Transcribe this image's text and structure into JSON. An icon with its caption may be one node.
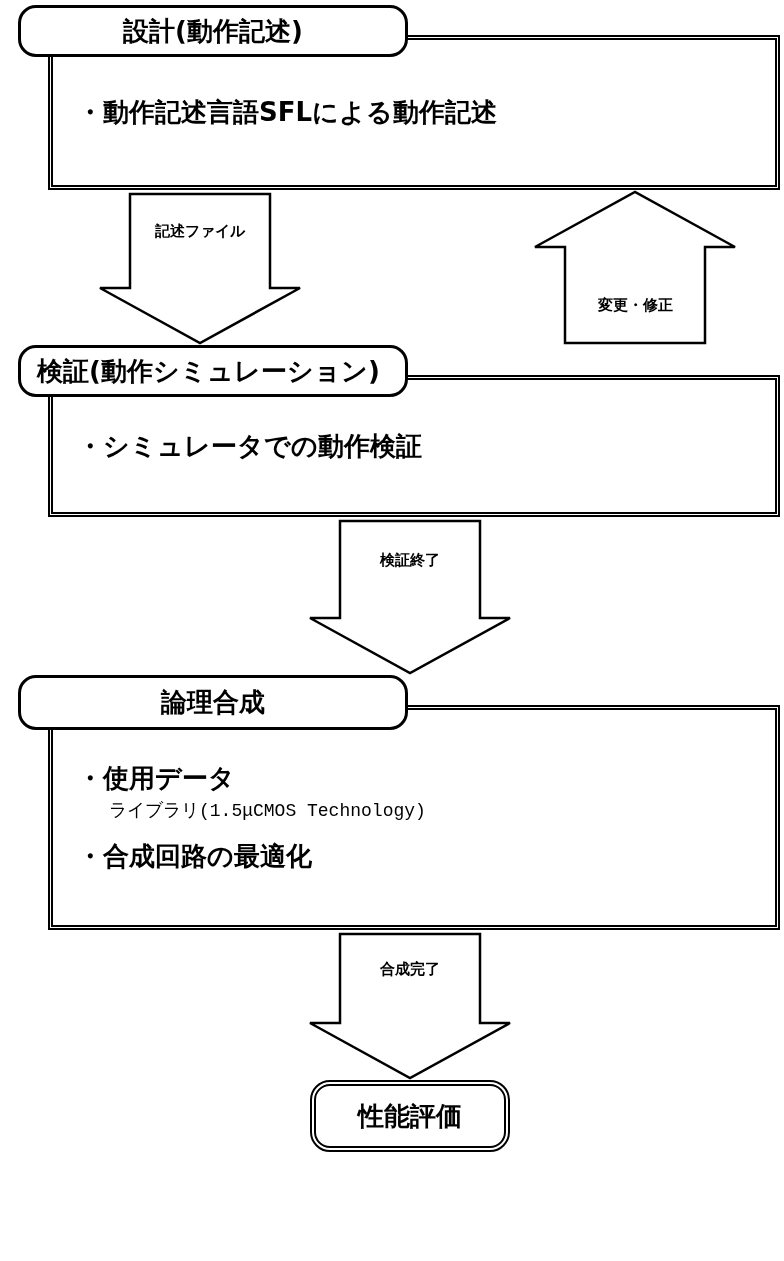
{
  "diagram": {
    "nodes": [
      {
        "text": [
          "設計(動作記述)",
          "・動作記述言語SFLによる動作記述"
        ]
      },
      {
        "text": [
          "検証(動作シミュレーション)",
          "・シミュレータでの動作検証"
        ]
      },
      {
        "text": [
          "論理合成",
          "・使用データ",
          "ライブラリ(1.5μCMOS Technology)",
          "・合成回路の最適化"
        ]
      },
      {
        "text": [
          "性能評価"
        ]
      }
    ],
    "edges": [
      {
        "from": 0,
        "to": 1,
        "arrow": "to",
        "label": "記述ファイル"
      },
      {
        "from": 1,
        "to": 0,
        "arrow": "to",
        "label": "変更・修正"
      },
      {
        "from": 1,
        "to": 2,
        "arrow": "to",
        "label": "検証終了"
      },
      {
        "from": 2,
        "to": 3,
        "arrow": "to",
        "label": "合成完了"
      }
    ]
  }
}
